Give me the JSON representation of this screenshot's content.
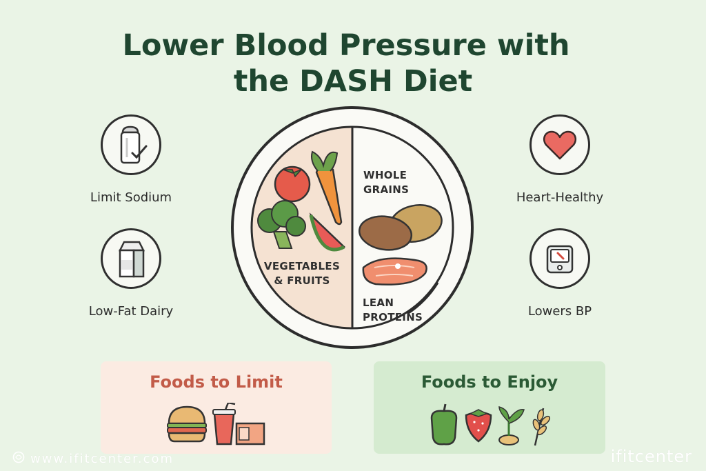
{
  "title": {
    "line1": "Lower Blood Pressure with",
    "line2": "the DASH Diet"
  },
  "left_items": [
    {
      "label": "Limit Sodium",
      "icon": "salt-shaker-icon"
    },
    {
      "label": "Low-Fat Dairy",
      "icon": "milk-carton-icon"
    }
  ],
  "right_items": [
    {
      "label": "Heart-Healthy",
      "icon": "heart-icon"
    },
    {
      "label": "Lowers BP",
      "icon": "blood-pressure-monitor-icon"
    }
  ],
  "plate": {
    "vegetables_line1": "VEGETABLES",
    "vegetables_line2": "& FRUITS",
    "grains_line1": "WHOLE",
    "grains_line2": "GRAINS",
    "proteins_line1": "LEAN",
    "proteins_line2": "PROTEINS"
  },
  "limit_box": {
    "title": "Foods to Limit",
    "icons": [
      "burger-icon",
      "soda-cup-icon",
      "fries-box-icon"
    ]
  },
  "enjoy_box": {
    "title": "Foods to Enjoy",
    "icons": [
      "pepper-icon",
      "strawberry-icon",
      "sprout-icon",
      "wheat-icon"
    ]
  },
  "footer": {
    "url": "www.ifitcenter.com",
    "logo": "ifitcenter"
  },
  "colors": {
    "background": "#eaf4e6",
    "title": "#1f4630",
    "limit_accent": "#c25b48",
    "enjoy_accent": "#2b5a35",
    "heart": "#ea6a62"
  }
}
